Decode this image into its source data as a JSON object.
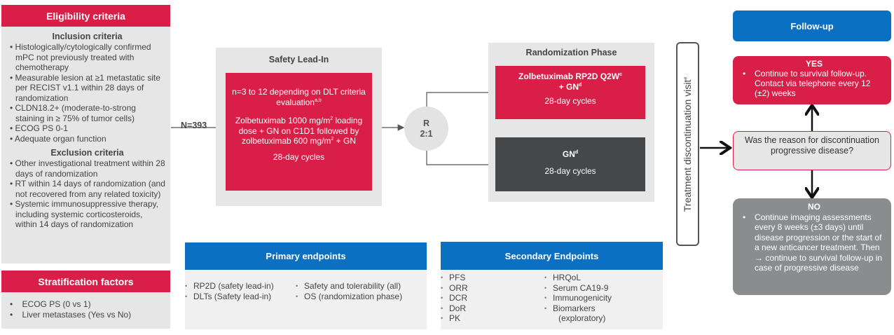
{
  "eligibility": {
    "title": "Eligibility criteria",
    "inclusion_title": "Inclusion criteria",
    "inclusion_items": [
      "Histologically/cytologically confirmed mPC not previously treated with chemotherapy",
      "Measurable lesion at ≥1 metastatic site per RECIST v1.1 within 28 days of randomization",
      "CLDN18.2+ (moderate-to-strong staining in ≥ 75% of tumor cells)",
      "ECOG PS 0-1",
      "Adequate organ function"
    ],
    "exclusion_title": "Exclusion criteria",
    "exclusion_items": [
      "Other investigational treatment within 28 days of randomization",
      "RT within 14 days of randomization (and not recovered from any related toxicity)",
      "Systemic immunosuppressive therapy, including systemic corticosteroids, within 14 days of randomization"
    ]
  },
  "stratification": {
    "title": "Stratification factors",
    "items": [
      "ECOG PS (0 vs 1)",
      "Liver metastases (Yes vs No)"
    ]
  },
  "enrollment": {
    "label": "N=393"
  },
  "safety_lead_in": {
    "title": "Safety Lead-In",
    "line1": "n=3 to 12 depending on DLT criteria evaluation",
    "line1_sup": "a,b",
    "dose_a": "Zolbetuximab 1000 mg/m",
    "dose_a_sup": "2",
    "dose_b": " loading dose + GN on C1D1 followed by zolbetuximab 600 mg/m",
    "dose_b_sup": "2",
    "dose_c": " + GN",
    "cycles": "28-day cycles"
  },
  "randomization": {
    "circle_line1": "R",
    "circle_line2": "2:1",
    "title": "Randomization Phase",
    "arm1_name": "Zolbetuximab RP2D Q2W",
    "arm1_sup": "c",
    "arm1_name2": "+ GN",
    "arm1_sup2": "d",
    "arm1_cycles": "28-day cycles",
    "arm2_name": "GN",
    "arm2_sup": "d",
    "arm2_cycles": "28-day cycles"
  },
  "discontinuation": {
    "label": "Treatment discontinuation visit",
    "sup": "e"
  },
  "follow_up": {
    "title": "Follow-up",
    "yes_title": "YES",
    "yes_text": "Continue to survival follow-up. Contact via telephone every 12 (±2) weeks",
    "question": "Was the reason for discontinuation progressive disease?",
    "no_title": "NO",
    "no_text": "Continue imaging assessments every 8 weeks (±3 days) until disease progression or the start of a new anticancer treatment. Then → continue to survival follow-up in case of progressive disease"
  },
  "primary_endpoints": {
    "title": "Primary endpoints",
    "col1": [
      "RP2D (safety lead-in)",
      "DLTs (Safety lead-in)"
    ],
    "col2": [
      "Safety and tolerability (all)",
      "OS (randomization phase)"
    ]
  },
  "secondary_endpoints": {
    "title": "Secondary Endpoints",
    "col1": [
      "PFS",
      "ORR",
      "DCR",
      "DoR",
      "PK"
    ],
    "col2": [
      "HRQoL",
      "Serum CA19-9",
      "Immunogenicity",
      "Biomarkers (exploratory)"
    ]
  },
  "colors": {
    "red": "#d91f48",
    "blue": "#0b6fc2",
    "dark": "#464749",
    "gray": "#8b8c8e",
    "panel": "#e6e6e6"
  }
}
